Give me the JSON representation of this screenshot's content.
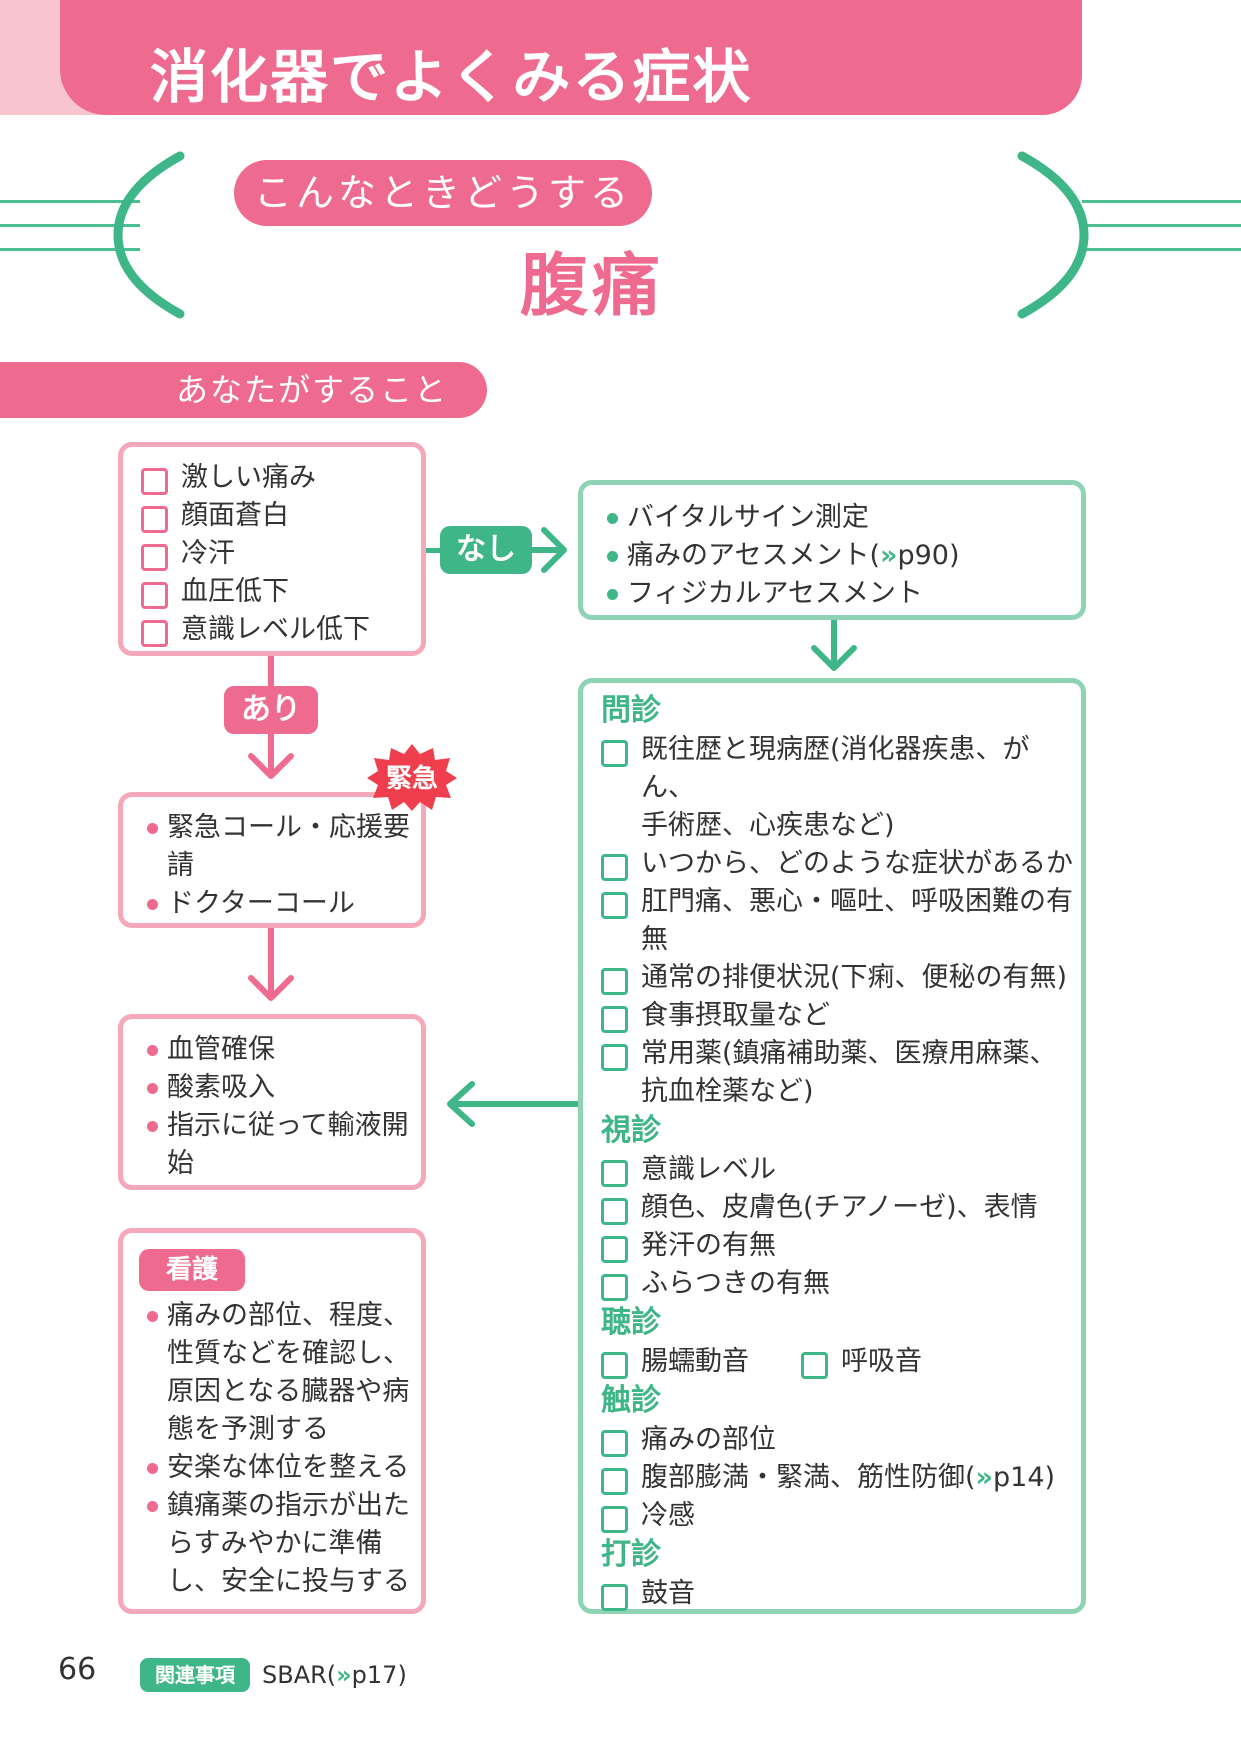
{
  "header": {
    "title": "消化器でよくみる症状"
  },
  "subheading": {
    "label": "こんなときどうする",
    "title": "腹痛"
  },
  "section": {
    "label": "あなたがすること"
  },
  "check_box": {
    "items": [
      "激しい痛み",
      "顔面蒼白",
      "冷汗",
      "血圧低下",
      "意識レベル低下"
    ]
  },
  "branch": {
    "no_label": "なし",
    "yes_label": "あり",
    "urgent_label": "緊急"
  },
  "vital_box": {
    "items": [
      "バイタルサイン測定",
      "痛みのアセスメント(",
      "フィジカルアセスメント"
    ],
    "ref_arrow": "»",
    "ref_page": "p90)"
  },
  "emergency_box": {
    "item1_line1": "緊急コール・応援要",
    "item1_line2": "請",
    "item2": "ドクターコール"
  },
  "iv_box": {
    "item1": "血管確保",
    "item2": "酸素吸入",
    "item3_line1": "指示に従って輸液開",
    "item3_line2": "始"
  },
  "nursing_box": {
    "label": "看護",
    "item1_lines": [
      "痛みの部位、程度、",
      "性質などを確認し、",
      "原因となる臓器や病",
      "態を予測する"
    ],
    "item2": "安楽な体位を整える",
    "item3_lines": [
      "鎮痛薬の指示が出た",
      "らすみやかに準備",
      "し、安全に投与する"
    ]
  },
  "assessment_box": {
    "interview": {
      "label": "問診",
      "item1_line1": "既往歴と現病歴(消化器疾患、がん、",
      "item1_line2": "手術歴、心疾患など)",
      "item2": "いつから、どのような症状があるか",
      "item3_line1": "肛門痛、悪心・嘔吐、呼吸困難の有",
      "item3_line2": "無",
      "item4": "通常の排便状況(下痢、便秘の有無)",
      "item5": "食事摂取量など",
      "item6_line1": "常用薬(鎮痛補助薬、医療用麻薬、",
      "item6_line2": "抗血栓薬など)"
    },
    "inspection": {
      "label": "視診",
      "items": [
        "意識レベル",
        "顔色、皮膚色(チアノーゼ)、表情",
        "発汗の有無",
        "ふらつきの有無"
      ]
    },
    "auscultation": {
      "label": "聴診",
      "items": [
        "腸蠕動音",
        "呼吸音"
      ]
    },
    "palpation": {
      "label": "触診",
      "item1": "痛みの部位",
      "item2_text": "腹部膨満・緊満、筋性防御(",
      "item2_ref_arrow": "»",
      "item2_ref_page": "p14)",
      "item3": "冷感"
    },
    "percussion": {
      "label": "打診",
      "items": [
        "鼓音"
      ]
    }
  },
  "footer": {
    "page_number": "66",
    "badge": "関連事項",
    "text": "SBAR(",
    "ref_arrow": "»",
    "ref_page": "p17)"
  },
  "colors": {
    "pink": "#ef6a8f",
    "green": "#3fb687",
    "light_pink": "#f4a8ba",
    "light_green": "#8fd3b5"
  }
}
